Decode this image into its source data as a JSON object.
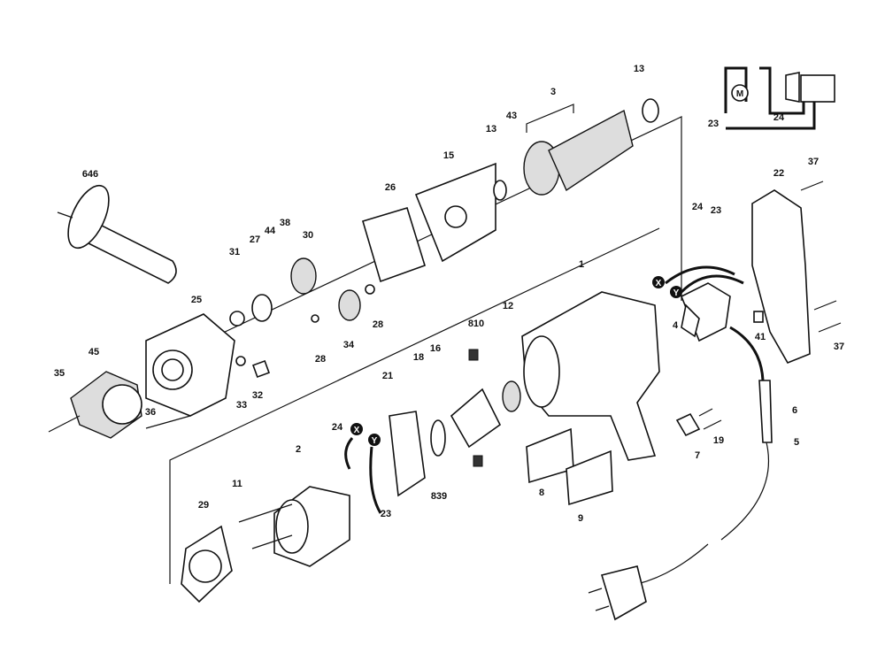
{
  "diagram": {
    "part_labels": [
      "646",
      "13",
      "3",
      "43",
      "13",
      "15",
      "26",
      "38",
      "44",
      "27",
      "30",
      "31",
      "25",
      "45",
      "35",
      "36",
      "33",
      "32",
      "28",
      "28",
      "34",
      "1",
      "12",
      "810",
      "18",
      "16",
      "21",
      "24",
      "2",
      "11",
      "29",
      "23",
      "839",
      "8",
      "9",
      "24",
      "23",
      "4",
      "41",
      "22",
      "37",
      "37",
      "6",
      "5",
      "7",
      "19"
    ],
    "wire_markers": [
      "X",
      "Y",
      "X",
      "Y"
    ],
    "inset": {
      "motor_symbol": "M",
      "labels": [
        "23",
        "24"
      ]
    }
  }
}
